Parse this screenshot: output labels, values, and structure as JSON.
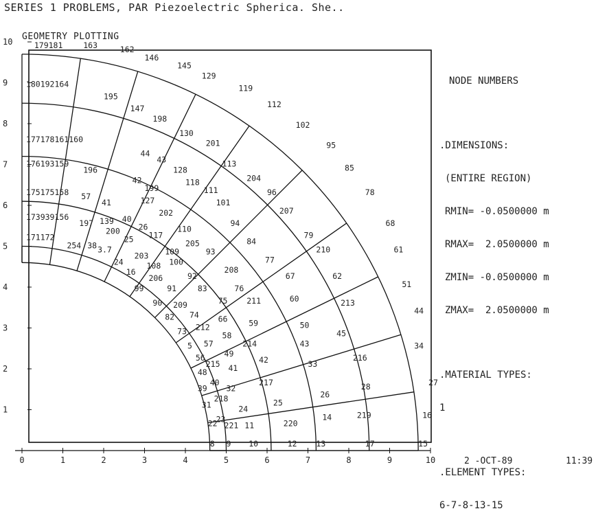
{
  "header": {
    "title": "SERIES 1 PROBLEMS, PAR Piezoelectric Spherica. She..",
    "subtitle": "GEOMETRY PLOTTING"
  },
  "legend": {
    "heading": "NODE NUMBERS",
    "dimensions_label": ".DIMENSIONS:",
    "region_label": "(ENTIRE REGION)",
    "rmin": "RMIN= -0.0500000 m",
    "rmax": "RMAX=  2.0500000 m",
    "zmin": "ZMIN= -0.0500000 m",
    "zmax": "ZMAX=  2.0500000 m",
    "material_label": ".MATERIAL TYPES:",
    "material_value": "1",
    "element_label": ".ELEMENT TYPES:",
    "element_value": "6-7-8-13-15"
  },
  "axes": {
    "x_ticks": [
      "0",
      "1",
      "2",
      "3",
      "4",
      "5",
      "6",
      "7",
      "8",
      "9",
      "10"
    ],
    "y_ticks": [
      "1",
      "2",
      "3",
      "4",
      "5",
      "6",
      "7",
      "8",
      "9",
      "10"
    ]
  },
  "mesh": {
    "radii": [
      4.6,
      5.0,
      6.1,
      7.2,
      8.5,
      9.7
    ],
    "angles_deg": [
      0,
      8.5,
      17,
      26,
      35,
      45,
      55,
      64,
      73,
      81.5,
      90
    ]
  },
  "node_labels": [
    {
      "t": "179181",
      "x": 0.3,
      "y": 9.85
    },
    {
      "t": "163",
      "x": 1.5,
      "y": 9.85
    },
    {
      "t": "162",
      "x": 2.4,
      "y": 9.75
    },
    {
      "t": "146",
      "x": 3.0,
      "y": 9.55
    },
    {
      "t": "145",
      "x": 3.8,
      "y": 9.35
    },
    {
      "t": "129",
      "x": 4.4,
      "y": 9.1
    },
    {
      "t": "119",
      "x": 5.3,
      "y": 8.8
    },
    {
      "t": "112",
      "x": 6.0,
      "y": 8.4
    },
    {
      "t": "102",
      "x": 6.7,
      "y": 7.9
    },
    {
      "t": "95",
      "x": 7.45,
      "y": 7.4
    },
    {
      "t": "85",
      "x": 7.9,
      "y": 6.85
    },
    {
      "t": "78",
      "x": 8.4,
      "y": 6.25
    },
    {
      "t": "68",
      "x": 8.9,
      "y": 5.5
    },
    {
      "t": "61",
      "x": 9.1,
      "y": 4.85
    },
    {
      "t": "51",
      "x": 9.3,
      "y": 4.0
    },
    {
      "t": "44",
      "x": 9.6,
      "y": 3.35
    },
    {
      "t": "34",
      "x": 9.6,
      "y": 2.5
    },
    {
      "t": "27",
      "x": 9.95,
      "y": 1.6
    },
    {
      "t": "16",
      "x": 9.8,
      "y": 0.8
    },
    {
      "t": "15",
      "x": 9.7,
      "y": 0.1
    },
    {
      "t": "180192164",
      "x": 0.1,
      "y": 8.9
    },
    {
      "t": "195",
      "x": 2.0,
      "y": 8.6
    },
    {
      "t": "147",
      "x": 2.65,
      "y": 8.3
    },
    {
      "t": "198",
      "x": 3.2,
      "y": 8.05
    },
    {
      "t": "130",
      "x": 3.85,
      "y": 7.7
    },
    {
      "t": "201",
      "x": 4.5,
      "y": 7.45
    },
    {
      "t": "113",
      "x": 4.9,
      "y": 6.95
    },
    {
      "t": "204",
      "x": 5.5,
      "y": 6.6
    },
    {
      "t": "96",
      "x": 6.0,
      "y": 6.25
    },
    {
      "t": "207",
      "x": 6.3,
      "y": 5.8
    },
    {
      "t": "79",
      "x": 6.9,
      "y": 5.2
    },
    {
      "t": "210",
      "x": 7.2,
      "y": 4.85
    },
    {
      "t": "62",
      "x": 7.6,
      "y": 4.2
    },
    {
      "t": "213",
      "x": 7.8,
      "y": 3.55
    },
    {
      "t": "45",
      "x": 7.7,
      "y": 2.8
    },
    {
      "t": "216",
      "x": 8.1,
      "y": 2.2
    },
    {
      "t": "28",
      "x": 8.3,
      "y": 1.5
    },
    {
      "t": "219",
      "x": 8.2,
      "y": 0.8
    },
    {
      "t": "17",
      "x": 8.4,
      "y": 0.1
    },
    {
      "t": "177178161160",
      "x": 0.1,
      "y": 7.55
    },
    {
      "t": "44",
      "x": 2.9,
      "y": 7.2
    },
    {
      "t": "43",
      "x": 3.3,
      "y": 7.05
    },
    {
      "t": "128",
      "x": 3.7,
      "y": 6.8
    },
    {
      "t": "118",
      "x": 4.0,
      "y": 6.5
    },
    {
      "t": "111",
      "x": 4.45,
      "y": 6.3
    },
    {
      "t": "101",
      "x": 4.75,
      "y": 6.0
    },
    {
      "t": "94",
      "x": 5.1,
      "y": 5.5
    },
    {
      "t": "84",
      "x": 5.5,
      "y": 5.05
    },
    {
      "t": "77",
      "x": 5.95,
      "y": 4.6
    },
    {
      "t": "67",
      "x": 6.45,
      "y": 4.2
    },
    {
      "t": "60",
      "x": 6.55,
      "y": 3.65
    },
    {
      "t": "50",
      "x": 6.8,
      "y": 3.0
    },
    {
      "t": "43",
      "x": 6.8,
      "y": 2.55
    },
    {
      "t": "33",
      "x": 7.0,
      "y": 2.05
    },
    {
      "t": "26",
      "x": 7.3,
      "y": 1.3
    },
    {
      "t": "14",
      "x": 7.35,
      "y": 0.75
    },
    {
      "t": "13",
      "x": 7.2,
      "y": 0.1
    },
    {
      "t": "176193159",
      "x": 0.1,
      "y": 6.95
    },
    {
      "t": "196",
      "x": 1.5,
      "y": 6.8
    },
    {
      "t": "42",
      "x": 2.7,
      "y": 6.55
    },
    {
      "t": "199",
      "x": 3.0,
      "y": 6.35
    },
    {
      "t": "127",
      "x": 2.9,
      "y": 6.05
    },
    {
      "t": "202",
      "x": 3.35,
      "y": 5.75
    },
    {
      "t": "110",
      "x": 3.8,
      "y": 5.35
    },
    {
      "t": "205",
      "x": 4.0,
      "y": 5.0
    },
    {
      "t": "93",
      "x": 4.5,
      "y": 4.8
    },
    {
      "t": "208",
      "x": 4.95,
      "y": 4.35
    },
    {
      "t": "76",
      "x": 5.2,
      "y": 3.9
    },
    {
      "t": "211",
      "x": 5.5,
      "y": 3.6
    },
    {
      "t": "59",
      "x": 5.55,
      "y": 3.05
    },
    {
      "t": "214",
      "x": 5.4,
      "y": 2.55
    },
    {
      "t": "42",
      "x": 5.8,
      "y": 2.15
    },
    {
      "t": "217",
      "x": 5.8,
      "y": 1.6
    },
    {
      "t": "25",
      "x": 6.15,
      "y": 1.1
    },
    {
      "t": "220",
      "x": 6.4,
      "y": 0.6
    },
    {
      "t": "12",
      "x": 6.5,
      "y": 0.1
    },
    {
      "t": "175175158",
      "x": 0.1,
      "y": 6.25
    },
    {
      "t": "57",
      "x": 1.45,
      "y": 6.15
    },
    {
      "t": "41",
      "x": 1.95,
      "y": 6.0
    },
    {
      "t": "40",
      "x": 2.45,
      "y": 5.6
    },
    {
      "t": "26",
      "x": 2.85,
      "y": 5.4
    },
    {
      "t": "117",
      "x": 3.1,
      "y": 5.2
    },
    {
      "t": "109",
      "x": 3.5,
      "y": 4.8
    },
    {
      "t": "100",
      "x": 3.6,
      "y": 4.55
    },
    {
      "t": "92",
      "x": 4.05,
      "y": 4.2
    },
    {
      "t": "83",
      "x": 4.3,
      "y": 3.9
    },
    {
      "t": "75",
      "x": 4.8,
      "y": 3.6
    },
    {
      "t": "66",
      "x": 4.8,
      "y": 3.15
    },
    {
      "t": "58",
      "x": 4.9,
      "y": 2.75
    },
    {
      "t": "49",
      "x": 4.95,
      "y": 2.3
    },
    {
      "t": "41",
      "x": 5.05,
      "y": 1.95
    },
    {
      "t": "32",
      "x": 5.0,
      "y": 1.45
    },
    {
      "t": "24",
      "x": 5.3,
      "y": 0.95
    },
    {
      "t": "11",
      "x": 5.45,
      "y": 0.55
    },
    {
      "t": "10",
      "x": 5.55,
      "y": 0.1
    },
    {
      "t": "173939156",
      "x": 0.1,
      "y": 5.65
    },
    {
      "t": "197",
      "x": 1.4,
      "y": 5.5
    },
    {
      "t": "139",
      "x": 1.9,
      "y": 5.55
    },
    {
      "t": "200",
      "x": 2.05,
      "y": 5.3
    },
    {
      "t": "25",
      "x": 2.5,
      "y": 5.1
    },
    {
      "t": "203",
      "x": 2.75,
      "y": 4.7
    },
    {
      "t": "108",
      "x": 3.05,
      "y": 4.45
    },
    {
      "t": "206",
      "x": 3.1,
      "y": 4.15
    },
    {
      "t": "91",
      "x": 3.55,
      "y": 3.9
    },
    {
      "t": "209",
      "x": 3.7,
      "y": 3.5
    },
    {
      "t": "74",
      "x": 4.1,
      "y": 3.25
    },
    {
      "t": "212",
      "x": 4.25,
      "y": 2.95
    },
    {
      "t": "57",
      "x": 4.45,
      "y": 2.55
    },
    {
      "t": "215",
      "x": 4.5,
      "y": 2.05
    },
    {
      "t": "40",
      "x": 4.6,
      "y": 1.6
    },
    {
      "t": "218",
      "x": 4.7,
      "y": 1.2
    },
    {
      "t": "23",
      "x": 4.75,
      "y": 0.7
    },
    {
      "t": "221",
      "x": 4.95,
      "y": 0.55
    },
    {
      "t": "9",
      "x": 5.0,
      "y": 0.1
    },
    {
      "t": "171172",
      "x": 0.1,
      "y": 5.15
    },
    {
      "t": "254",
      "x": 1.1,
      "y": 4.95
    },
    {
      "t": "38",
      "x": 1.6,
      "y": 4.95
    },
    {
      "t": "3.7",
      "x": 1.85,
      "y": 4.85
    },
    {
      "t": "24",
      "x": 2.25,
      "y": 4.55
    },
    {
      "t": "16",
      "x": 2.55,
      "y": 4.3
    },
    {
      "t": "99",
      "x": 2.75,
      "y": 3.9
    },
    {
      "t": "90",
      "x": 3.2,
      "y": 3.55
    },
    {
      "t": "82",
      "x": 3.5,
      "y": 3.2
    },
    {
      "t": "73",
      "x": 3.8,
      "y": 2.85
    },
    {
      "t": "5",
      "x": 4.05,
      "y": 2.5
    },
    {
      "t": "56",
      "x": 4.25,
      "y": 2.2
    },
    {
      "t": "48",
      "x": 4.3,
      "y": 1.85
    },
    {
      "t": "39",
      "x": 4.3,
      "y": 1.45
    },
    {
      "t": "31",
      "x": 4.4,
      "y": 1.05
    },
    {
      "t": "22",
      "x": 4.55,
      "y": 0.6
    },
    {
      "t": "8",
      "x": 4.6,
      "y": 0.1
    }
  ]
}
